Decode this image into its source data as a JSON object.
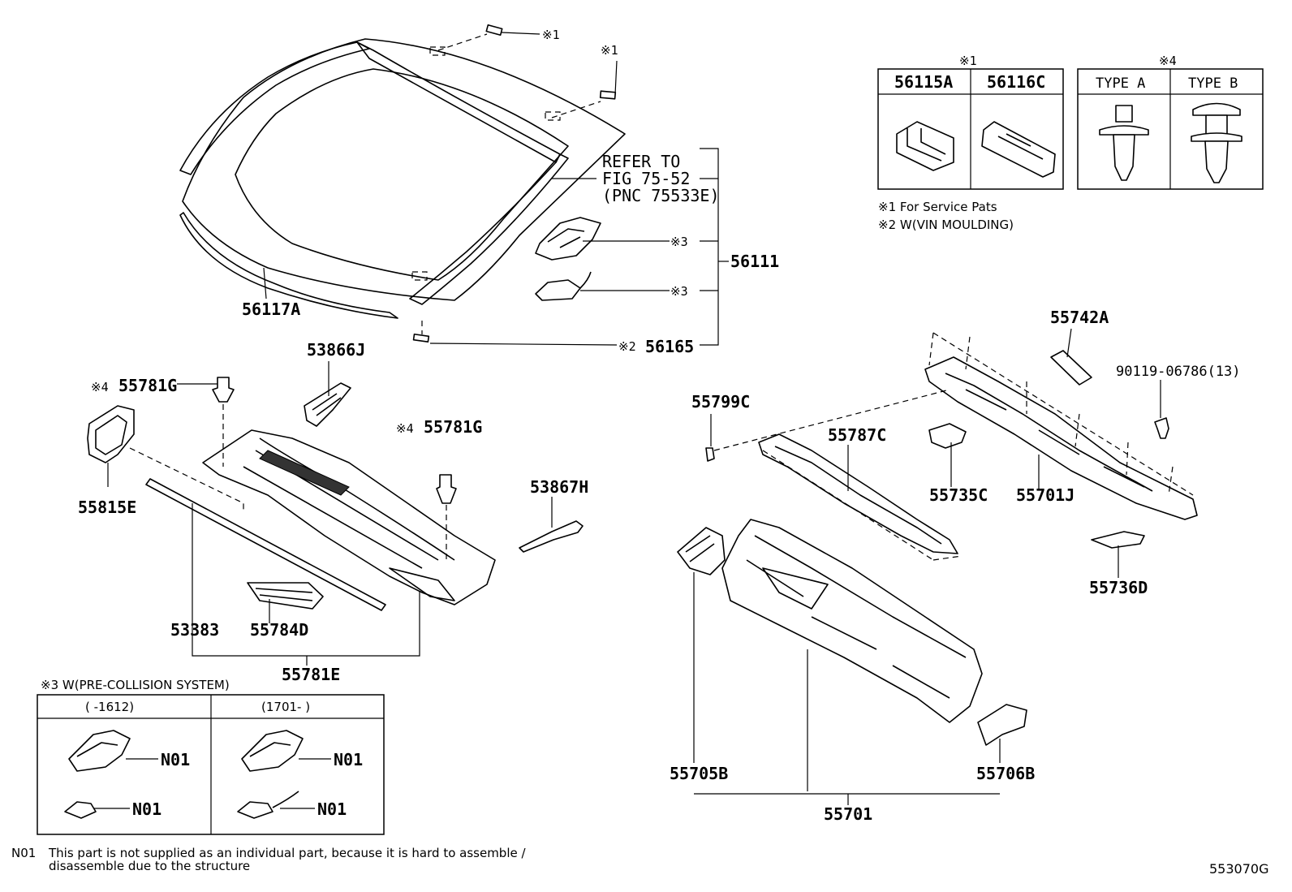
{
  "diagram_id": "553070G",
  "labels": {
    "p56117A": "56117A",
    "p56111": "56111",
    "p56165": "56165",
    "p53866J": "53866J",
    "p55781G_left": "55781G",
    "p55781G_right": "55781G",
    "p55815E": "55815E",
    "p53867H": "53867H",
    "p53383": "53383",
    "p55784D": "55784D",
    "p55781E": "55781E",
    "p55742A": "55742A",
    "p90119": "90119-06786(13)",
    "p55799C": "55799C",
    "p55787C": "55787C",
    "p55735C": "55735C",
    "p55701J": "55701J",
    "p55736D": "55736D",
    "p55705B": "55705B",
    "p55706B": "55706B",
    "p55701": "55701"
  },
  "marks": {
    "m1": "※1",
    "m2": "※2",
    "m3": "※3",
    "m4": "※4"
  },
  "refer": {
    "line1": "REFER TO",
    "line2": "FIG 75-52",
    "line3": "(PNC 75533E)"
  },
  "table1": {
    "title": "※1",
    "col1": "56115A",
    "col2": "56116C"
  },
  "table2": {
    "title": "※4",
    "col1": "TYPE A",
    "col2": "TYPE B"
  },
  "notes": {
    "n1": "※1 For Service Pats",
    "n2": "※2 W(VIN MOULDING)"
  },
  "precollision": {
    "title": "※3 W(PRE-COLLISION SYSTEM)",
    "col1": "(    -1612)",
    "col2": "(1701-    )",
    "n01": "N01"
  },
  "footnote": {
    "code": "N01",
    "line1": "This part is not supplied as an individual part, because it is hard to assemble /",
    "line2": "disassemble due to the structure"
  }
}
